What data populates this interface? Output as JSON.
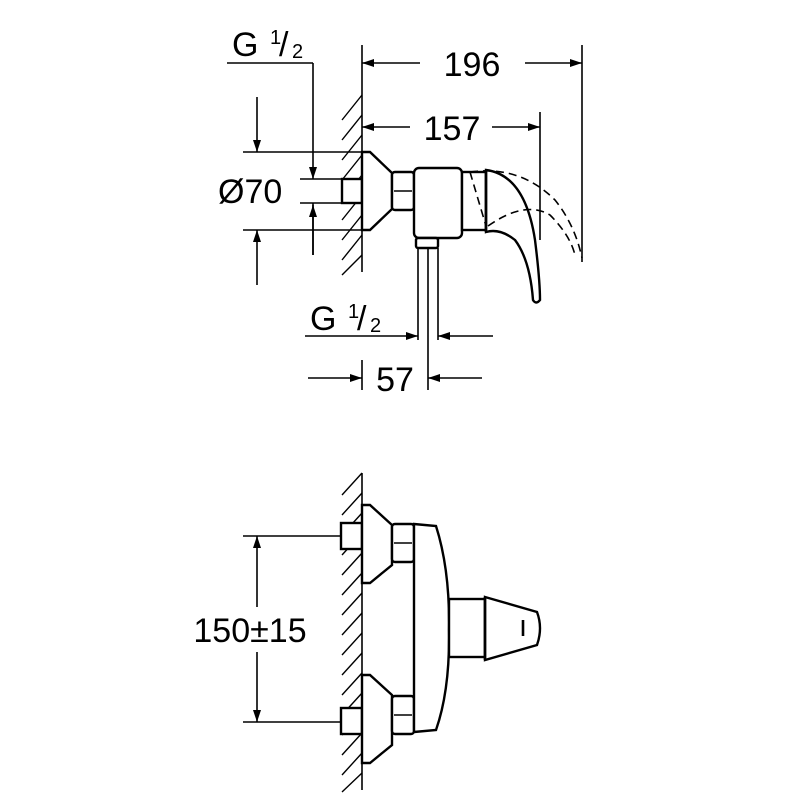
{
  "drawing": {
    "top_view": {
      "inlet_thread_label": {
        "prefix": "G",
        "num": "1",
        "den": "2"
      },
      "dim_overall_depth": "196",
      "dim_lever_depth": "157",
      "dim_escutcheon_diameter": "Ø70",
      "outlet_thread_label": {
        "prefix": "G",
        "num": "1",
        "den": "2"
      },
      "dim_outlet_offset": "57"
    },
    "front_view": {
      "dim_inlet_spacing": "150±15"
    }
  }
}
